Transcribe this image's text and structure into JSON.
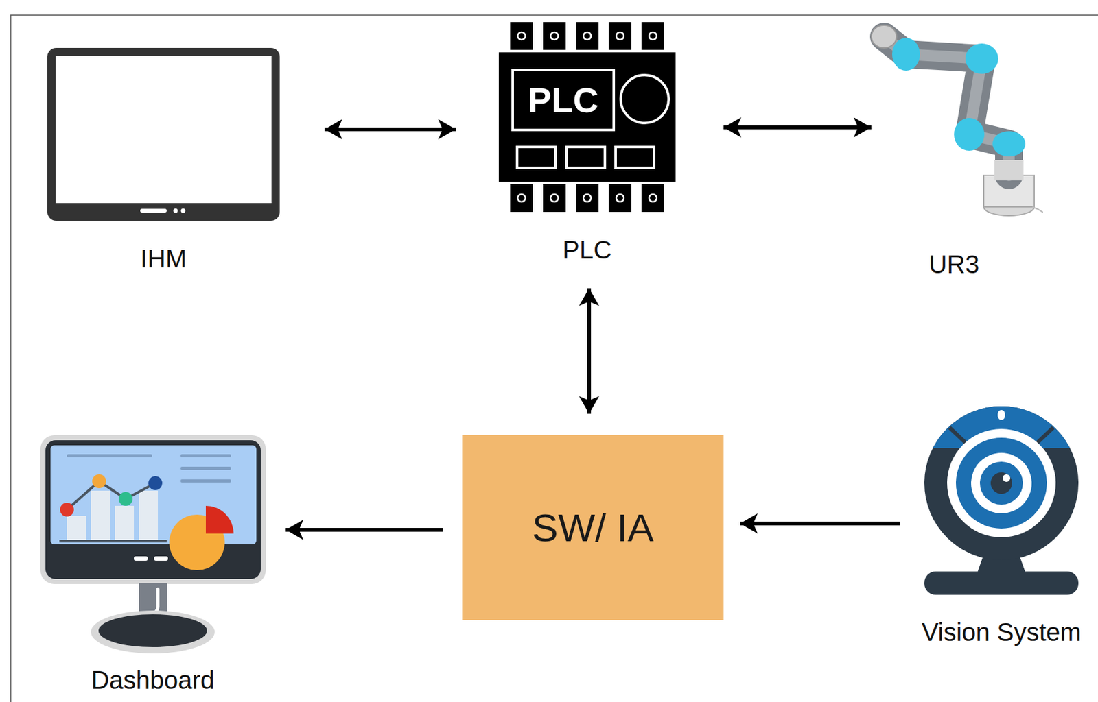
{
  "diagram": {
    "nodes": [
      {
        "text": [
          "IHM"
        ]
      },
      {
        "text": [
          "PLC",
          "PLC"
        ]
      },
      {
        "text": [
          "UR3"
        ]
      },
      {
        "text": [
          "Dashboard"
        ]
      },
      {
        "text": [
          "SW/ IA"
        ]
      },
      {
        "text": [
          "Vision System"
        ]
      }
    ],
    "edges": [
      {
        "from": 0,
        "to": 1,
        "arrow": "both"
      },
      {
        "from": 1,
        "to": 2,
        "arrow": "both"
      },
      {
        "from": 1,
        "to": 4,
        "arrow": "both"
      },
      {
        "from": 4,
        "to": 3,
        "arrow": "to"
      },
      {
        "from": 5,
        "to": 4,
        "arrow": "to"
      }
    ]
  }
}
